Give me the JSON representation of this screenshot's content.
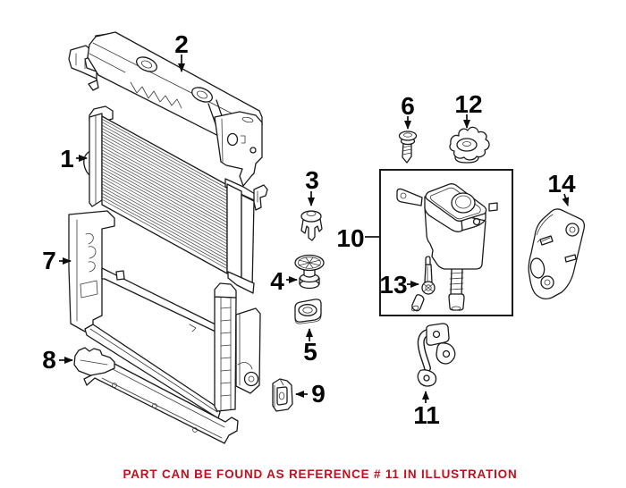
{
  "illustration": {
    "background": "#ffffff",
    "line_color": "#1b1b1b",
    "callouts": [
      {
        "label": "1"
      },
      {
        "label": "2"
      },
      {
        "label": "3"
      },
      {
        "label": "4"
      },
      {
        "label": "5"
      },
      {
        "label": "6"
      },
      {
        "label": "7"
      },
      {
        "label": "8"
      },
      {
        "label": "9"
      },
      {
        "label": "10"
      },
      {
        "label": "11"
      },
      {
        "label": "12"
      },
      {
        "label": "13"
      },
      {
        "label": "14"
      }
    ]
  },
  "caption": {
    "text": "PART CAN BE FOUND AS REFERENCE # 11 IN ILLUSTRATION",
    "color": "#c2101c"
  }
}
